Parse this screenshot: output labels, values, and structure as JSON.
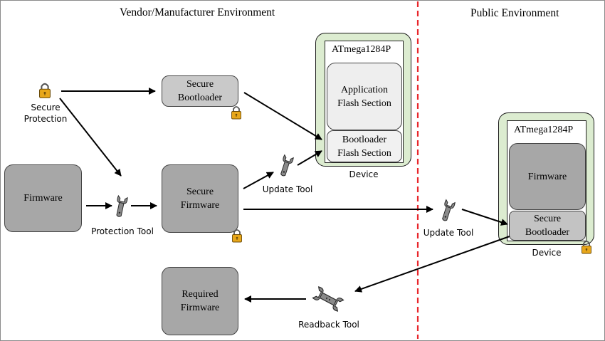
{
  "headings": {
    "vendor": "Vendor/Manufacturer Environment",
    "public": "Public Environment"
  },
  "vendor_device": {
    "chip_title": "ATmega1284P",
    "application_section": "Application\nFlash Section",
    "bootloader_section": "Bootloader\nFlash Section",
    "caption": "Device"
  },
  "public_device": {
    "chip_title": "ATmega1284P",
    "firmware_section": "Firmware",
    "bootloader_section": "Secure\nBootloader",
    "caption": "Device"
  },
  "nodes": {
    "secure_protection": "Secure\nProtection",
    "secure_bootloader": "Secure\nBootloader",
    "firmware": "Firmware",
    "secure_firmware": "Secure\nFirmware",
    "required_firmware": "Required\nFirmware"
  },
  "tools": {
    "protection_tool": "Protection Tool",
    "update_tool_vendor": "Update Tool",
    "update_tool_public": "Update Tool",
    "readback_tool": "Readback Tool"
  },
  "colors": {
    "divider": "#e8262b",
    "device_fill": "#dcecd0",
    "box_dark": "#a7a7a7",
    "box_light": "#eeeeee",
    "lock_gold": "#e8a71a",
    "wrench": "#7a7a7a"
  }
}
